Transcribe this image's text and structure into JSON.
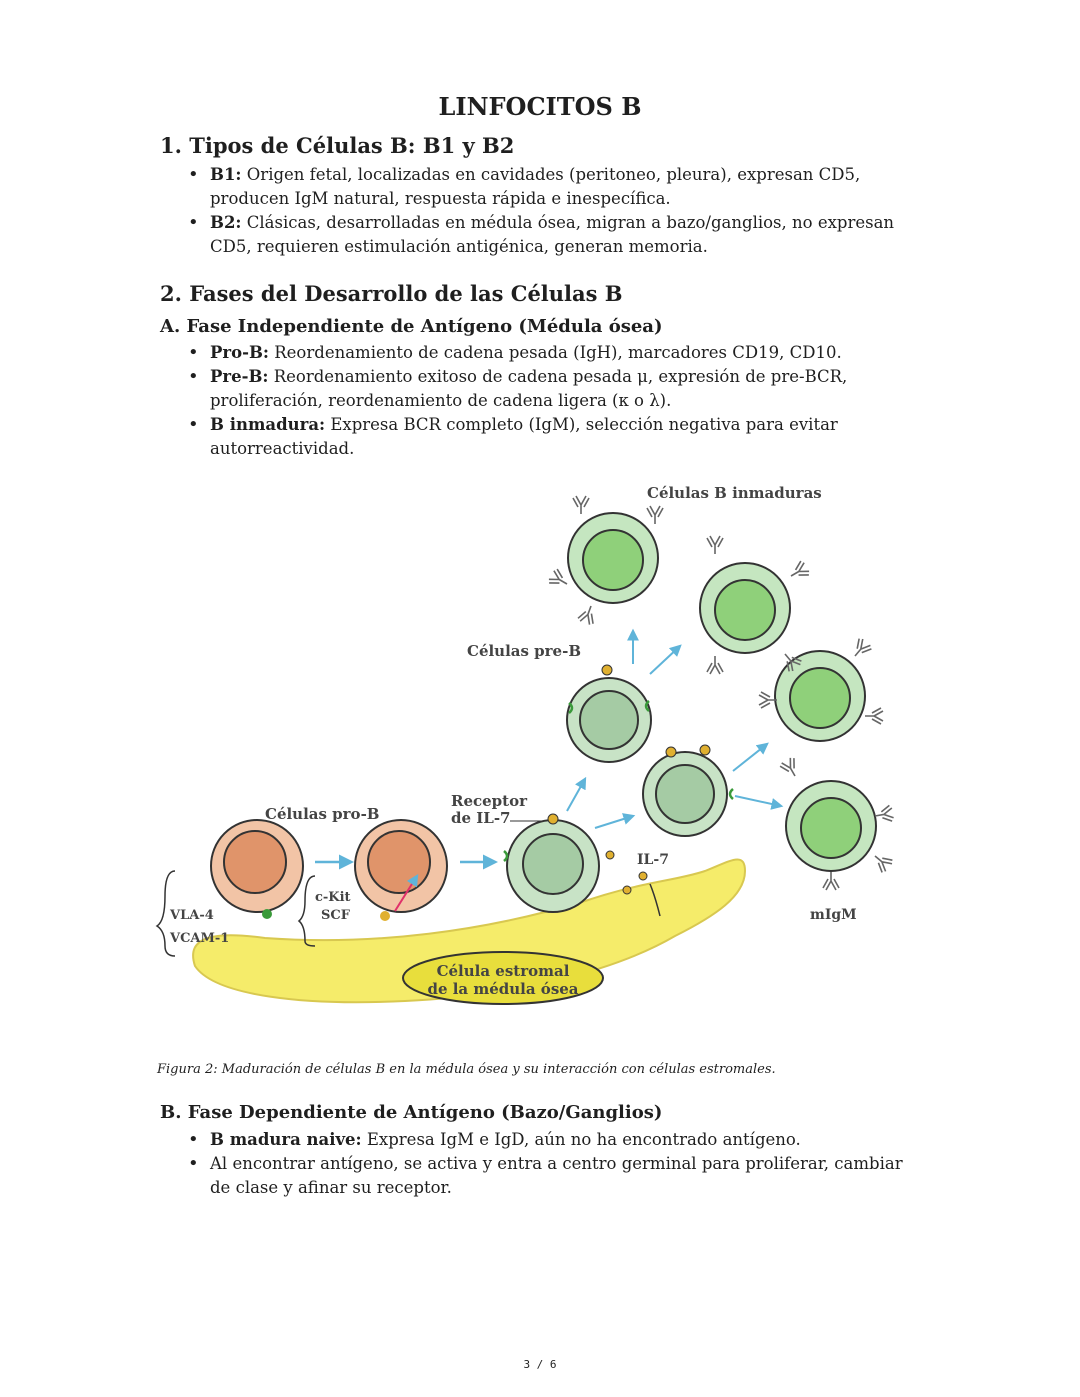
{
  "title": "LINFOCITOS B",
  "section1": {
    "heading": "1. Tipos de Células B: B1 y B2",
    "items": [
      {
        "term": "B1:",
        "text": " Origen fetal, localizadas en cavidades (peritoneo, pleura), expresan CD5, producen IgM natural, respuesta rápida e inespecífica."
      },
      {
        "term": "B2:",
        "text": " Clásicas, desarrolladas en médula ósea, migran a bazo/ganglios, no expresan CD5, requieren estimulación antigénica, generan memoria."
      }
    ]
  },
  "section2": {
    "heading": "2. Fases del Desarrollo de las Células B",
    "subA": {
      "heading": "A. Fase Independiente de Antígeno (Médula ósea)",
      "items": [
        {
          "term": "Pro-B:",
          "text": " Reordenamiento de cadena pesada (IgH), marcadores CD19, CD10."
        },
        {
          "term": "Pre-B:",
          "text": " Reordenamiento exitoso de cadena pesada μ, expresión de pre-BCR, proliferación, reordenamiento de cadena ligera (κ o λ)."
        },
        {
          "term": "B inmadura:",
          "text": " Expresa BCR completo (IgM), selección negativa para evitar autorreactividad."
        }
      ]
    },
    "figure": {
      "labels": {
        "immature": "Células B inmaduras",
        "preb": "Células pre-B",
        "prob": "Células pro-B",
        "receptor_line1": "Receptor",
        "receptor_line2": "de IL-7",
        "il7": "IL-7",
        "ckit": "c-Kit",
        "scf": "SCF",
        "vla4": "VLA-4",
        "vcam1": "VCAM-1",
        "migm": "mIgM",
        "stromal_line1": "Célula estromal",
        "stromal_line2": "de la médula ósea"
      },
      "caption": "Figura 2: Maduración de células B en la médula ósea y su interacción con células estromales."
    },
    "subB": {
      "heading": "B. Fase Dependiente de Antígeno (Bazo/Ganglios)",
      "items": [
        {
          "term": "B madura naive:",
          "text": " Expresa IgM e IgD, aún no ha encontrado antígeno."
        },
        {
          "term": "",
          "text": "Al encontrar antígeno, se activa y entra a centro germinal para proliferar, cambiar de clase y afinar su receptor."
        }
      ]
    }
  },
  "page_number": "3 / 6",
  "colors": {
    "prob_cell": "#f2c4a6",
    "prob_nucleus": "#e0946a",
    "preb_cell": "#c8e3c6",
    "preb_nucleus": "#a5cba4",
    "immature_cell": "#c5e6c0",
    "immature_nucleus": "#8fd07a",
    "stroma": "#f5ec6a",
    "arrow": "#5fb4d9"
  }
}
